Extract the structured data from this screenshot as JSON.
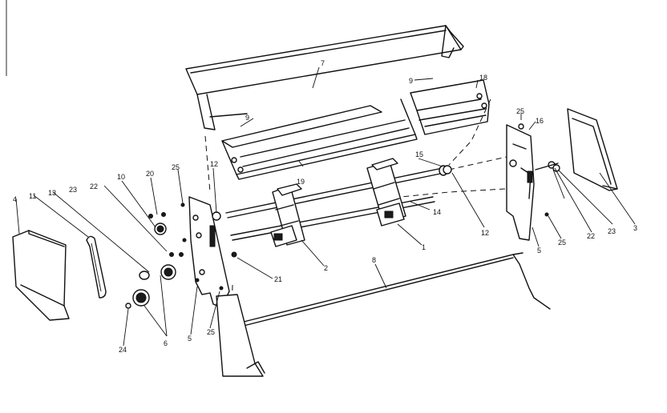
{
  "callouts": {
    "c1": "1",
    "c2": "2",
    "c3": "3",
    "c4": "4",
    "c5a": "5",
    "c5b": "5",
    "c6": "6",
    "c7": "7",
    "c8": "8",
    "c9a": "9",
    "c9b": "9",
    "c10": "10",
    "c11": "11",
    "c12a": "12",
    "c12b": "12",
    "c13": "13",
    "c14": "14",
    "c15": "15",
    "c16": "16",
    "c18": "18",
    "c19": "19",
    "c20": "20",
    "c21": "21",
    "c22a": "22",
    "c22b": "22",
    "c23a": "23",
    "c23b": "23",
    "c24": "24",
    "c25a": "25",
    "c25b": "25",
    "c25c": "25",
    "c25d": "25"
  }
}
